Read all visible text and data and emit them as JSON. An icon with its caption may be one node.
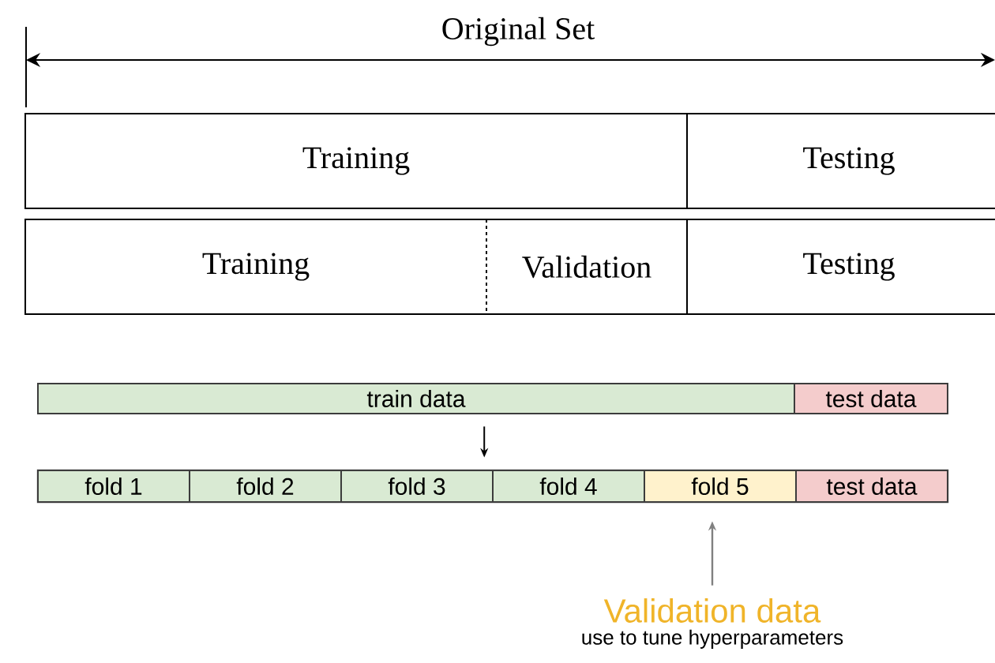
{
  "diagram": {
    "nodes": [
      {
        "text": [
          "Training"
        ]
      },
      {
        "text": [
          "Testing"
        ]
      },
      {
        "text": [
          "Training"
        ]
      },
      {
        "text": [
          "Validation"
        ]
      },
      {
        "text": [
          "Testing"
        ]
      },
      {
        "text": [
          "train data"
        ]
      },
      {
        "text": [
          "test data"
        ]
      },
      {
        "text": [],
        "shape": "bar"
      },
      {
        "text": [
          "fold 1"
        ],
        "in": 7
      },
      {
        "text": [
          "fold 2"
        ],
        "in": 7
      },
      {
        "text": [
          "fold 3"
        ],
        "in": 7
      },
      {
        "text": [
          "fold 4"
        ],
        "in": 7
      },
      {
        "text": [
          "fold 5"
        ],
        "in": 7
      },
      {
        "text": [
          "test data"
        ],
        "in": 7
      },
      {
        "text": [
          "Validation data",
          "use to tune hyperparameters"
        ]
      }
    ],
    "edges": [
      {
        "from": 5,
        "to": 7,
        "arrow": "to"
      },
      {
        "from": 14,
        "to": 12,
        "arrow": "to",
        "color": "#808080"
      }
    ],
    "labels": [
      "Original Set"
    ]
  }
}
